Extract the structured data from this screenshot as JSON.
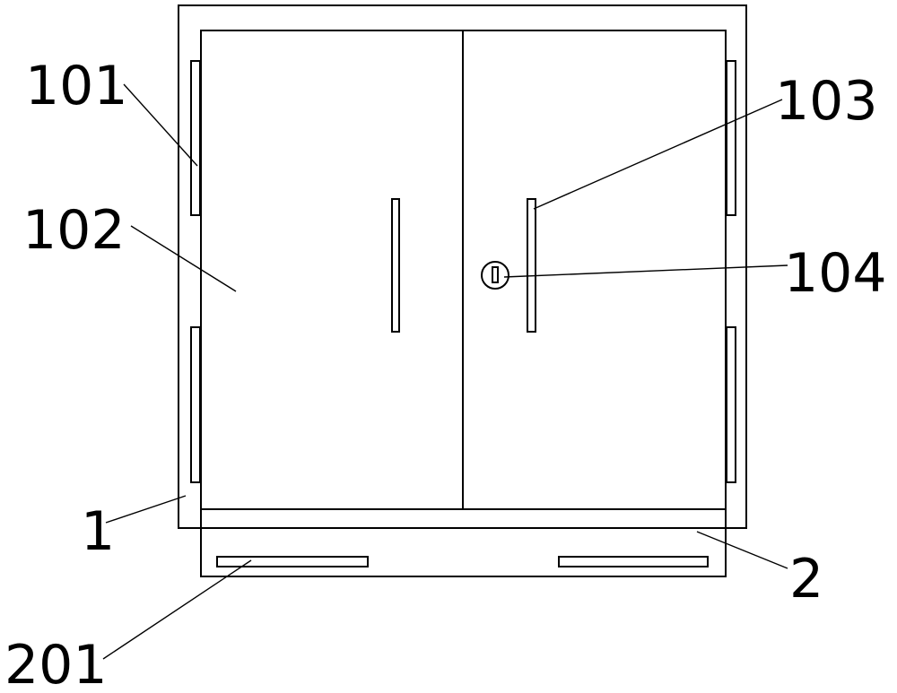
{
  "labels": {
    "l1": "1",
    "l2": "2",
    "l101": "101",
    "l102": "102",
    "l103": "103",
    "l104": "104",
    "l201": "201"
  },
  "colors": {
    "stroke": "#000000",
    "background": "#ffffff"
  }
}
